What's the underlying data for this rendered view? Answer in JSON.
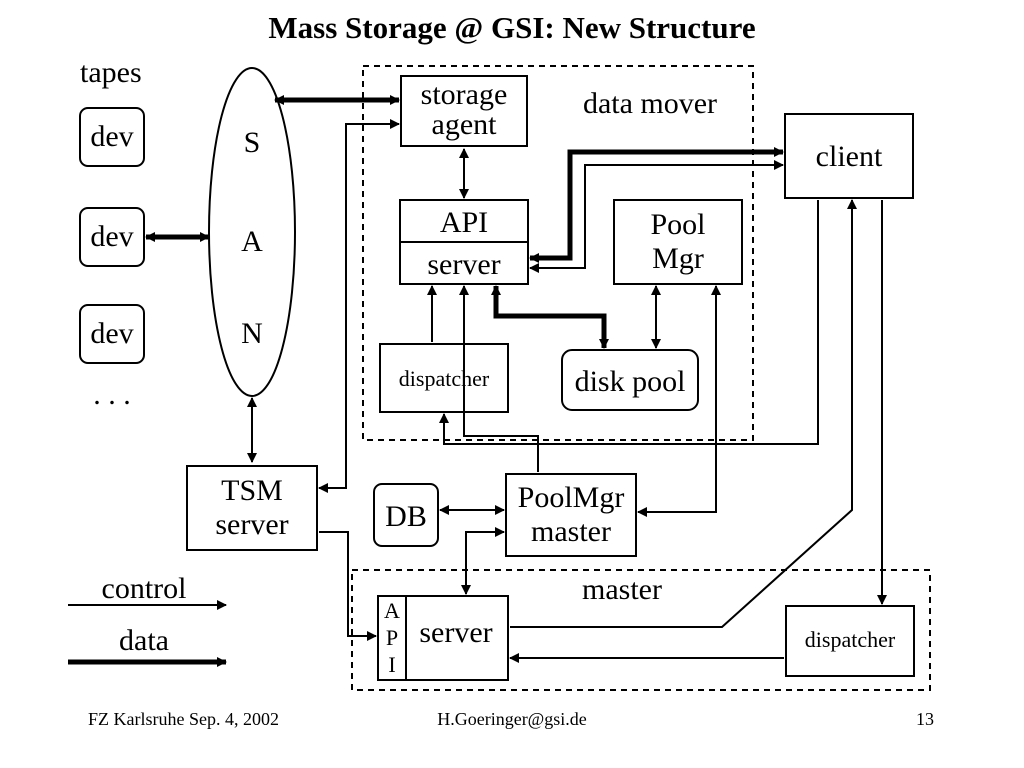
{
  "title": "Mass Storage @ GSI: New Structure",
  "tapes": {
    "heading": "tapes",
    "devices": [
      "dev",
      "dev",
      "dev"
    ],
    "ellipsis": ". . ."
  },
  "san": {
    "letters": [
      "S",
      "A",
      "N"
    ]
  },
  "data_mover": {
    "label": "data mover",
    "storage_agent": [
      "storage",
      "agent"
    ],
    "api_server": {
      "api": "API",
      "server": "server"
    },
    "pool_mgr": [
      "Pool",
      "Mgr"
    ],
    "dispatcher": "dispatcher",
    "disk_pool": "disk pool"
  },
  "client": "client",
  "tsm_server": [
    "TSM",
    "server"
  ],
  "db": "DB",
  "poolmgr_master": [
    "PoolMgr",
    "master"
  ],
  "master": {
    "label": "master",
    "api_letters": [
      "A",
      "P",
      "I"
    ],
    "server": "server",
    "dispatcher": "dispatcher"
  },
  "legend": {
    "control": "control",
    "data": "data"
  },
  "footer": {
    "left": "FZ Karlsruhe  Sep. 4, 2002",
    "center": "H.Goeringer@gsi.de",
    "page": "13"
  }
}
